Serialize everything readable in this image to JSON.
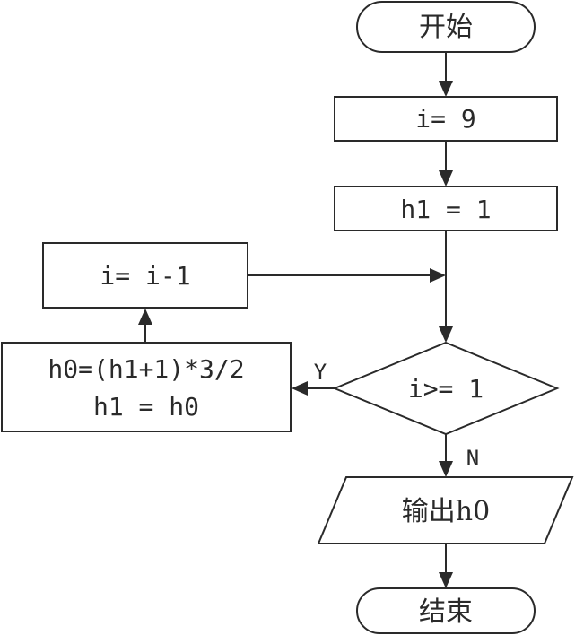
{
  "flowchart": {
    "start": "开始",
    "init_i": "i= 9",
    "init_h1": "h1 = 1",
    "decrement": "i= i-1",
    "loop_body_line1": "h0=(h1+1)*3/2",
    "loop_body_line2": "h1 = h0",
    "condition": "i>= 1",
    "yes_label": "Y",
    "no_label": "N",
    "output": "输出h0",
    "end": "结束"
  }
}
